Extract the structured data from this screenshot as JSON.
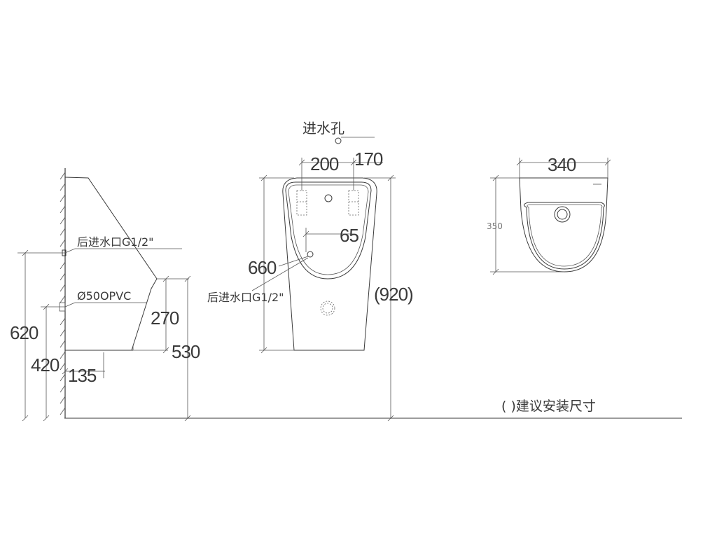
{
  "side_view": {
    "dim_620": "620",
    "dim_420": "420",
    "dim_135": "135",
    "dim_270": "270",
    "dim_530": "530",
    "label_rear_inlet": "后进水口G1/2\"",
    "label_drain": "Ø50OPVC"
  },
  "front_view": {
    "label_inlet_hole": "进水孔",
    "dim_200": "200",
    "dim_170": "170",
    "dim_65": "65",
    "dim_660": "660",
    "dim_920": "(920)",
    "label_rear_inlet": "后进水口G1/2\""
  },
  "top_view": {
    "dim_340": "340",
    "dim_350": "350"
  },
  "note": "( )建议安装尺寸"
}
